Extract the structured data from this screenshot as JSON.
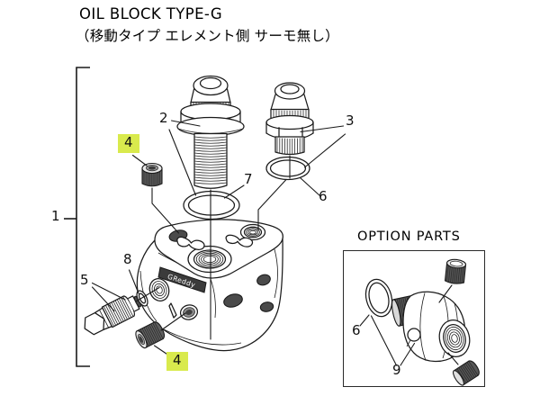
{
  "title": {
    "line1": "OIL BLOCK TYPE-G",
    "line2": "（移動タイプ エレメント側 サーモ無し）"
  },
  "figure": {
    "brand_logo": "GReddy",
    "labels": {
      "assembly_bracket": "1",
      "center_fitting": "2",
      "side_fitting": "3",
      "hex_socket_plug_top": "4",
      "hex_socket_plug_bottom": "4",
      "drain_plug": "5",
      "oring_side": "6",
      "oring_center": "7",
      "washer": "8"
    }
  },
  "option_section": {
    "title": "OPTION PARTS",
    "labels": {
      "oring": "6",
      "plug_set": "9"
    }
  },
  "colors": {
    "highlight": "#d9ea4d",
    "line": "#1a1a1a",
    "dark_part": "#4a4a4a",
    "background": "#ffffff"
  }
}
